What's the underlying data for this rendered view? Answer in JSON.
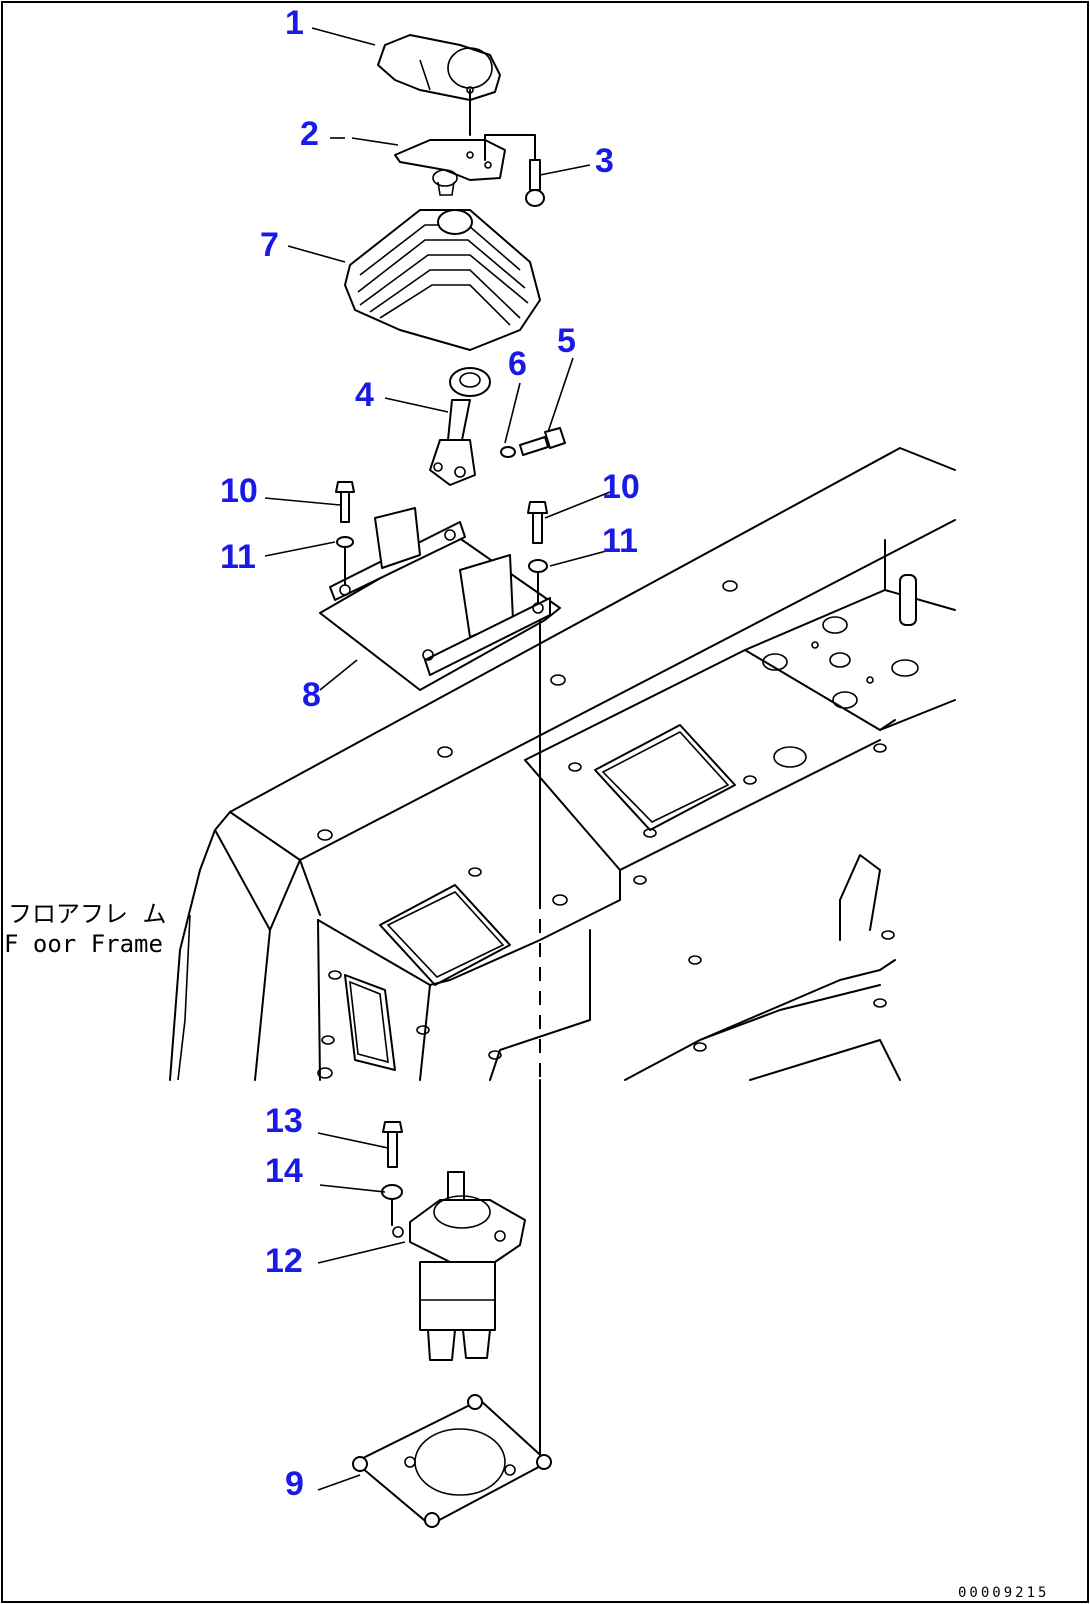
{
  "callouts": [
    {
      "id": "1",
      "text": "1"
    },
    {
      "id": "2",
      "text": "2"
    },
    {
      "id": "3",
      "text": "3"
    },
    {
      "id": "4",
      "text": "4"
    },
    {
      "id": "5",
      "text": "5"
    },
    {
      "id": "6",
      "text": "6"
    },
    {
      "id": "7",
      "text": "7"
    },
    {
      "id": "8",
      "text": "8"
    },
    {
      "id": "9",
      "text": "9"
    },
    {
      "id": "10a",
      "text": "10"
    },
    {
      "id": "10b",
      "text": "10"
    },
    {
      "id": "11a",
      "text": "11"
    },
    {
      "id": "11b",
      "text": "11"
    },
    {
      "id": "12",
      "text": "12"
    },
    {
      "id": "13",
      "text": "13"
    },
    {
      "id": "14",
      "text": "14"
    }
  ],
  "frame_label": {
    "japanese": "フロアフレ ム",
    "english": "F oor Frame"
  },
  "drawing_code": "00009215",
  "colors": {
    "callout": "#1a1ae6",
    "line": "#000000",
    "background": "#ffffff"
  }
}
